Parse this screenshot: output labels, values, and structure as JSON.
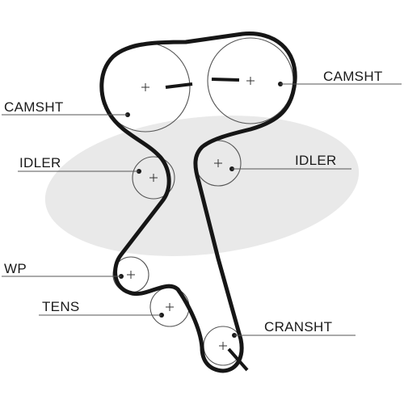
{
  "diagram": {
    "labels": {
      "camsht_right": "CAMSHT",
      "camsht_left": "CAMSHT",
      "idler_left": "IDLER",
      "idler_right": "IDLER",
      "wp": "WP",
      "tens": "TENS",
      "cranshaft": "CRANSHT"
    },
    "colors": {
      "belt": "#161616",
      "pulley_outline": "#555555",
      "watermark": "#e9e9e9"
    }
  }
}
